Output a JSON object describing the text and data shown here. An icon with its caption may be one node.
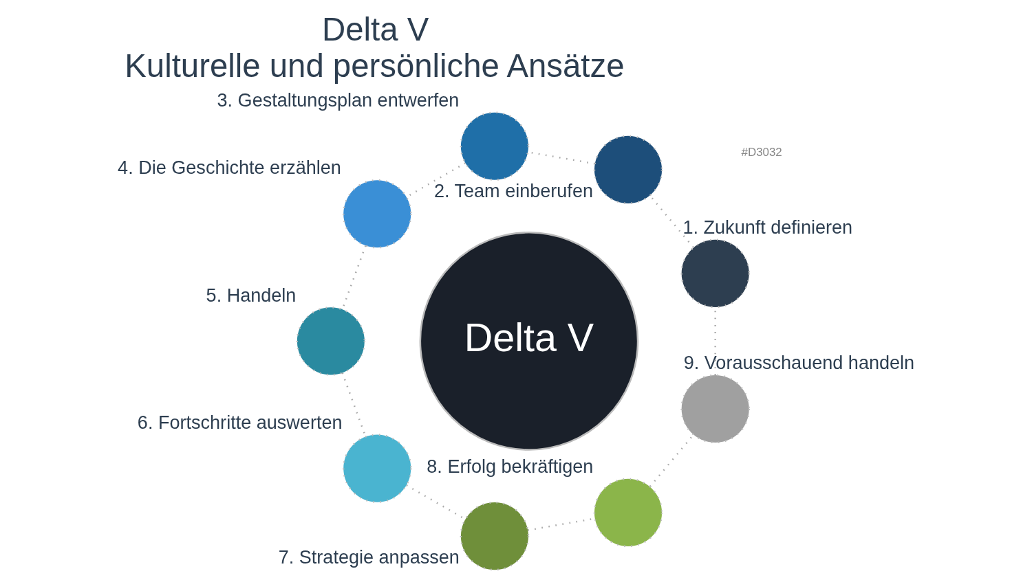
{
  "diagram": {
    "title": "Delta V",
    "caption": "Kulturelle und persönliche Ansätze",
    "nodes": [
      {
        "text": [
          "Delta V"
        ]
      },
      {
        "text": [
          "1. Zukunft definieren"
        ]
      },
      {
        "text": [
          "2. Team einberufen"
        ]
      },
      {
        "text": [
          "3. Gestaltungsplan entwerfen"
        ]
      },
      {
        "text": [
          "4. Die Geschichte erzählen"
        ]
      },
      {
        "text": [
          "5. Handeln"
        ]
      },
      {
        "text": [
          "6. Fortschritte auswerten"
        ]
      },
      {
        "text": [
          "7. Strategie anpassen"
        ]
      },
      {
        "text": [
          "8. Erfolg bekräftigen"
        ]
      },
      {
        "text": [
          "9. Vorausschauend handeln"
        ]
      }
    ],
    "edges": [
      {
        "from": 1,
        "to": 2,
        "arrow": "none",
        "style": "dashed"
      },
      {
        "from": 2,
        "to": 3,
        "arrow": "none",
        "style": "dashed"
      },
      {
        "from": 3,
        "to": 4,
        "arrow": "none",
        "style": "dashed"
      },
      {
        "from": 4,
        "to": 5,
        "arrow": "none",
        "style": "dashed"
      },
      {
        "from": 5,
        "to": 6,
        "arrow": "none",
        "style": "dashed"
      },
      {
        "from": 6,
        "to": 7,
        "arrow": "none",
        "style": "dashed"
      },
      {
        "from": 7,
        "to": 8,
        "arrow": "none",
        "style": "dashed"
      },
      {
        "from": 8,
        "to": 9,
        "arrow": "none",
        "style": "dashed"
      },
      {
        "from": 9,
        "to": 1,
        "arrow": "none",
        "style": "dashed"
      }
    ],
    "labels": [
      "#D3032"
    ]
  }
}
